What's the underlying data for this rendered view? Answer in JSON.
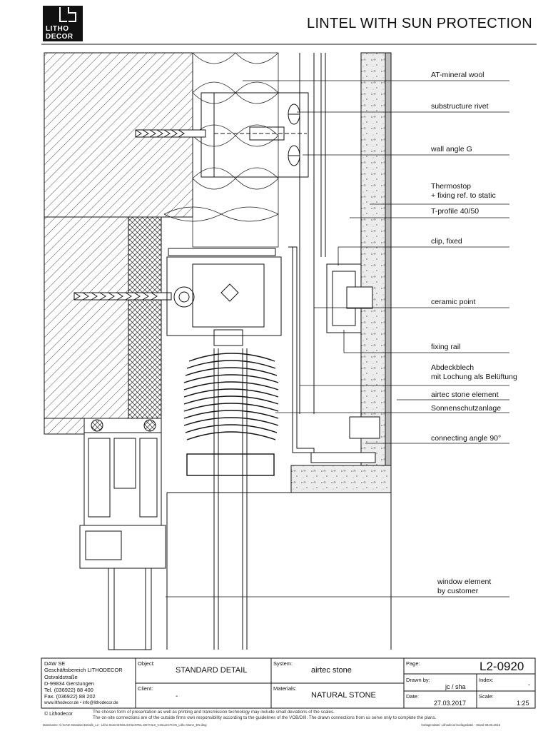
{
  "logo": {
    "line1": "LITHO",
    "line2": "DECOR"
  },
  "title": "LINTEL WITH SUN PROTECTION",
  "labels": [
    "AT-mineral wool",
    "substructure rivet",
    "wall angle G",
    "Thermostop",
    "+ fixing ref. to static",
    "T-profile 40/50",
    "clip, fixed",
    "ceramic point",
    "fixing rail",
    "Abdeckblech",
    "mit Lochung als Belüftung",
    "airtec stone element",
    "Sonnenschutzanlage",
    "connecting angle 90°",
    "window element",
    "by customer"
  ],
  "titleblock": {
    "company": [
      "DAW  SE",
      "Geschäftsbereich LITHODECOR",
      "Ostvaldstraße",
      "D-99834 Gerstungen",
      "Tel.   (036922) 88 400",
      "Fax.  (036922) 88 202",
      "www.lithodecor.de  •  info@lithodecor.de"
    ],
    "object_label": "Object:",
    "object_value": "STANDARD DETAIL",
    "system_label": "System:",
    "system_value": "airtec stone",
    "page_label": "Page:",
    "page_value": "L2-0920",
    "client_label": "Client:",
    "client_value": "-",
    "materials_label": "Materials:",
    "materials_value": "NATURAL STONE",
    "drawnby_label": "Drawn by:",
    "drawnby_value": "jc / sha",
    "index_label": "Index:",
    "index_value": "-",
    "date_label": "Date:",
    "date_value": "27.03.2017",
    "scale_label": "Scale:",
    "scale_value": "1:25"
  },
  "footer": {
    "copyright": "© Lithodecor",
    "note1": "The chosen form of presentation as well as printing and transmission technology may include small deviations of the scales.",
    "note2": "The on-site connections are of the outside firms own responsibility according to the guidelines of the VOB/DIII. The drawn connections from us serve only to complete the plans.",
    "path": "Dateiname: G:\\CAD Standard Details_L2 - Litho Stone\\ENGLISH\\LINTEL DETAILS_COLLECTION_Litho Stone_EN.dwg",
    "stamp": "Vorlagendatei: Lithodecor\\vorlagedatei - Stand 08.06.2016"
  }
}
